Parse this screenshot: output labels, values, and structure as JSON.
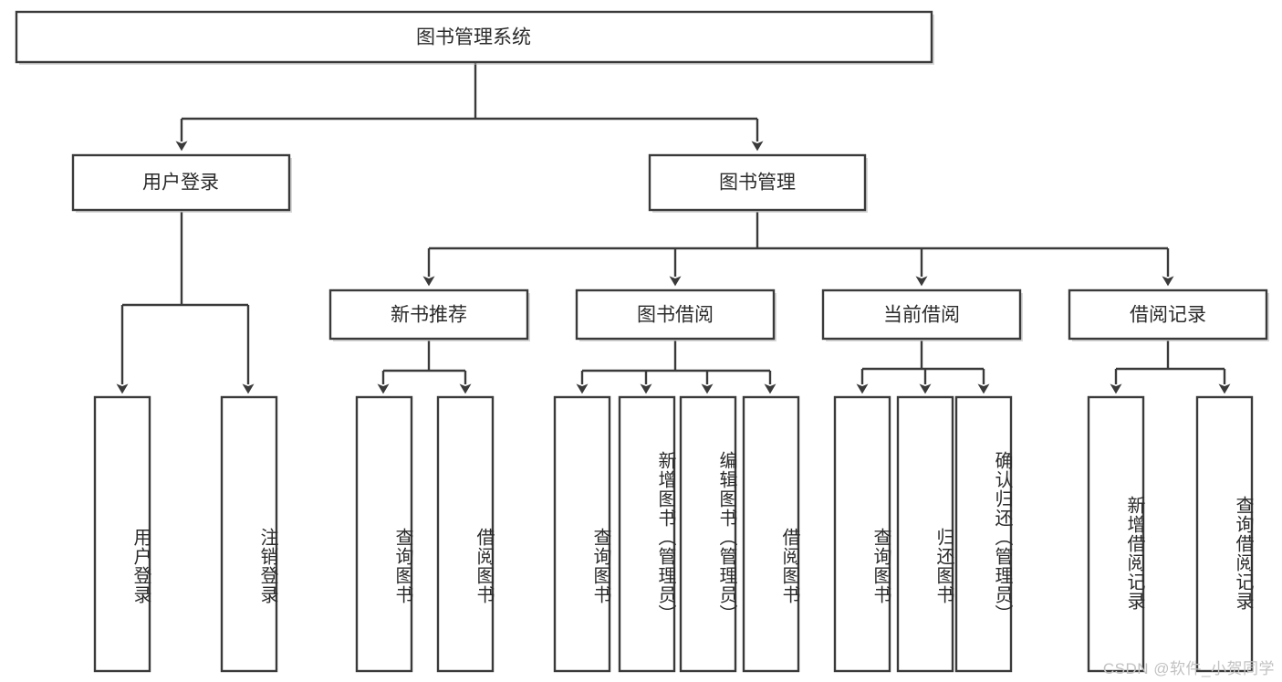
{
  "diagram": {
    "title": "图书管理系统",
    "watermark": "CSDN @软件_小贺同学",
    "type": "tree-hierarchy",
    "colors": {
      "stroke": "#3a3a3a",
      "fill": "#ffffff",
      "text": "#2b2b2b",
      "watermark": "#c2c2c2",
      "background": "#ffffff"
    },
    "root": {
      "label": "图书管理系统"
    },
    "level2": [
      {
        "label": "用户登录"
      },
      {
        "label": "图书管理"
      }
    ],
    "level3": [
      {
        "label": "新书推荐"
      },
      {
        "label": "图书借阅"
      },
      {
        "label": "当前借阅"
      },
      {
        "label": "借阅记录"
      }
    ],
    "leaves": {
      "user_login": [
        {
          "label": "用户登录"
        },
        {
          "label": "注销登录"
        }
      ],
      "new_book_recommend": [
        {
          "label": "查询图书"
        },
        {
          "label": "借阅图书"
        }
      ],
      "book_borrow": [
        {
          "label": "查询图书"
        },
        {
          "label": "新增图书（管理员）"
        },
        {
          "label": "编辑图书（管理员）"
        },
        {
          "label": "借阅图书"
        }
      ],
      "current_borrow": [
        {
          "label": "查询图书"
        },
        {
          "label": "归还图书"
        },
        {
          "label": "确认归还（管理员）"
        }
      ],
      "borrow_record": [
        {
          "label": "新增借阅记录"
        },
        {
          "label": "查询借阅记录"
        }
      ]
    }
  }
}
